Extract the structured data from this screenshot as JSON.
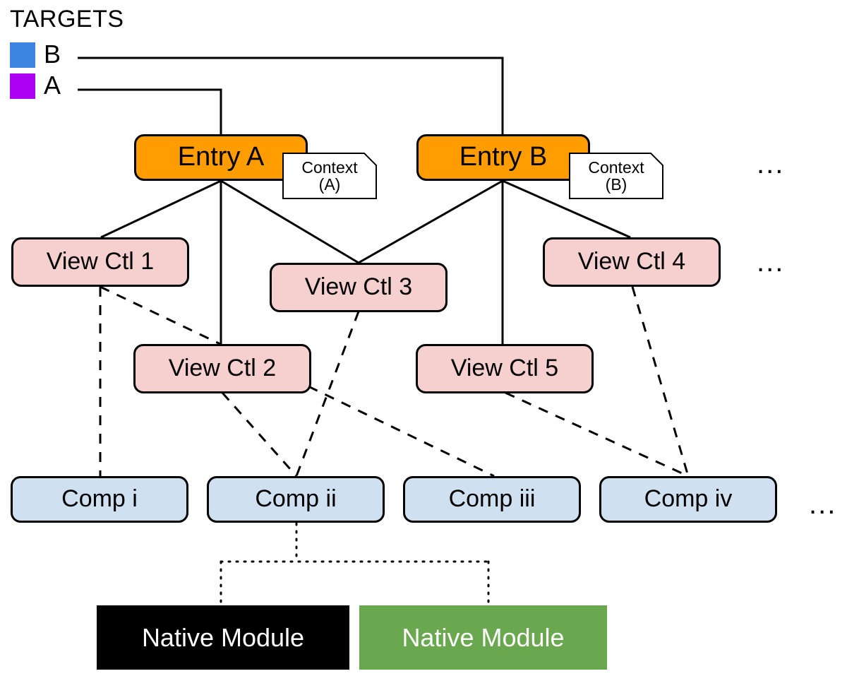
{
  "diagram": {
    "title_block": {
      "heading": "TARGETS",
      "legend": [
        {
          "label": "B",
          "color": "#3d85e0"
        },
        {
          "label": "A",
          "color": "#ab00f2"
        }
      ]
    },
    "entries": [
      {
        "id": "entry-a",
        "label": "Entry A",
        "color": "#ff9c00"
      },
      {
        "id": "entry-b",
        "label": "Entry B",
        "color": "#ff9c00"
      }
    ],
    "contexts": [
      {
        "id": "context-a",
        "line1": "Context",
        "line2": "(A)"
      },
      {
        "id": "context-b",
        "line1": "Context",
        "line2": "(B)"
      }
    ],
    "view_controllers": [
      {
        "id": "view-ctl-1",
        "label": "View Ctl 1"
      },
      {
        "id": "view-ctl-2",
        "label": "View Ctl 2"
      },
      {
        "id": "view-ctl-3",
        "label": "View Ctl 3"
      },
      {
        "id": "view-ctl-4",
        "label": "View Ctl 4"
      },
      {
        "id": "view-ctl-5",
        "label": "View Ctl 5"
      }
    ],
    "components": [
      {
        "id": "comp-i",
        "label": "Comp i"
      },
      {
        "id": "comp-ii",
        "label": "Comp ii"
      },
      {
        "id": "comp-iii",
        "label": "Comp iii"
      },
      {
        "id": "comp-iv",
        "label": "Comp iv"
      }
    ],
    "native_modules": [
      {
        "id": "native-module-black",
        "label": "Native Module",
        "color": "#000000",
        "text_color": "#ffffff"
      },
      {
        "id": "native-module-green",
        "label": "Native Module",
        "color": "#6aa84f",
        "text_color": "#ffffff"
      }
    ],
    "ellipses": [
      {
        "id": "ellipsis-entry-row",
        "label": "..."
      },
      {
        "id": "ellipsis-viewctl-row",
        "label": "..."
      },
      {
        "id": "ellipsis-comp-row",
        "label": "..."
      }
    ],
    "colors": {
      "viewctl_fill": "#f6cfcf",
      "comp_fill": "#cfe0f1",
      "entry_fill": "#ff9c00",
      "stroke": "#000000",
      "background": "#ffffff"
    }
  }
}
